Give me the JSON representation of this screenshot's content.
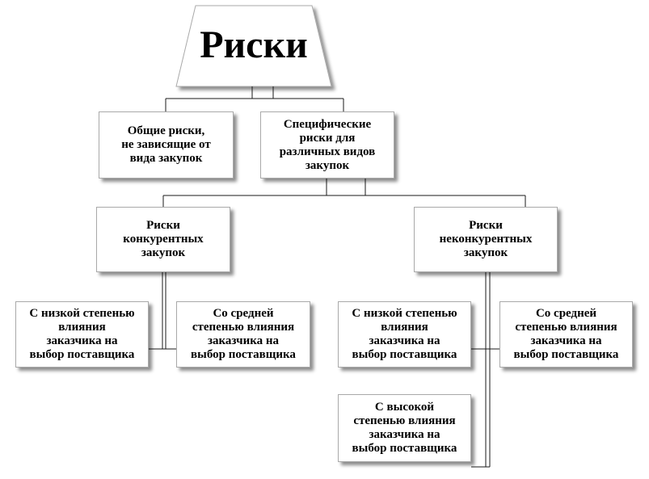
{
  "diagram": {
    "title": "Риски",
    "nodes": {
      "general": "Общие риски,\nне зависящие от\nвида закупок",
      "specific": "Специфические\nриски для\nразличных видов\nзакупок",
      "competitive": "Риски\nконкурентных\nзакупок",
      "noncompetitive": "Риски\nнеконкурентных\nзакупок",
      "comp_low": "С низкой степенью\nвлияния\nзаказчика на\nвыбор поставщика",
      "comp_mid": "Со средней\nстепенью влияния\nзаказчика на\nвыбор поставщика",
      "noncomp_low": "С низкой степенью\nвлияния\nзаказчика на\nвыбор поставщика",
      "noncomp_mid": "Со средней\nстепенью влияния\nзаказчика на\nвыбор поставщика",
      "noncomp_high": "С высокой\nстепенью влияния\nзаказчика на\nвыбор поставщика"
    },
    "colors": {
      "box_border": "#a9a9a9",
      "box_fill": "#ffffff",
      "text": "#000000",
      "connector": "#1a1a1a"
    }
  }
}
